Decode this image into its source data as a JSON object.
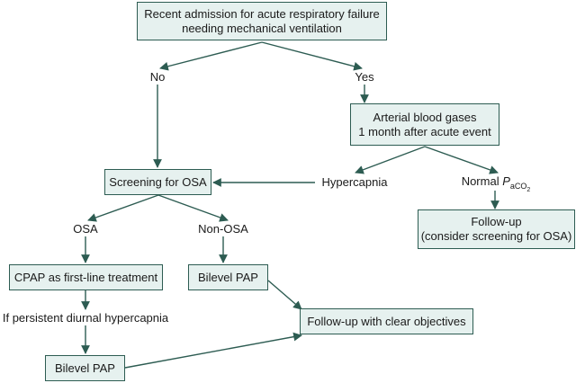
{
  "nodes": {
    "admission": {
      "line1": "Recent admission for acute respiratory failure",
      "line2": "needing mechanical ventilation"
    },
    "blood_gases": {
      "line1": "Arterial blood gases",
      "line2": "1 month after acute event"
    },
    "screening": {
      "label": "Screening for OSA"
    },
    "followup_screen": {
      "line1": "Follow-up",
      "line2": "(consider screening for OSA)"
    },
    "cpap": {
      "label": "CPAP as first-line treatment"
    },
    "bilevel_nonosa": {
      "label": "Bilevel PAP"
    },
    "followup_clear": {
      "label": "Follow-up with clear objectives"
    },
    "bilevel_persist": {
      "label": "Bilevel PAP"
    }
  },
  "labels": {
    "no": "No",
    "yes": "Yes",
    "hypercapnia": "Hypercapnia",
    "normal": "Normal",
    "paco2_p": "P",
    "paco2_a": "a",
    "paco2_co": "CO",
    "paco2_2": "2",
    "osa": "OSA",
    "non_osa": "Non-OSA",
    "persistent": "If persistent diurnal hypercapnia"
  },
  "colors": {
    "box_fill": "#e6f1ef",
    "line": "#2d5c52"
  }
}
